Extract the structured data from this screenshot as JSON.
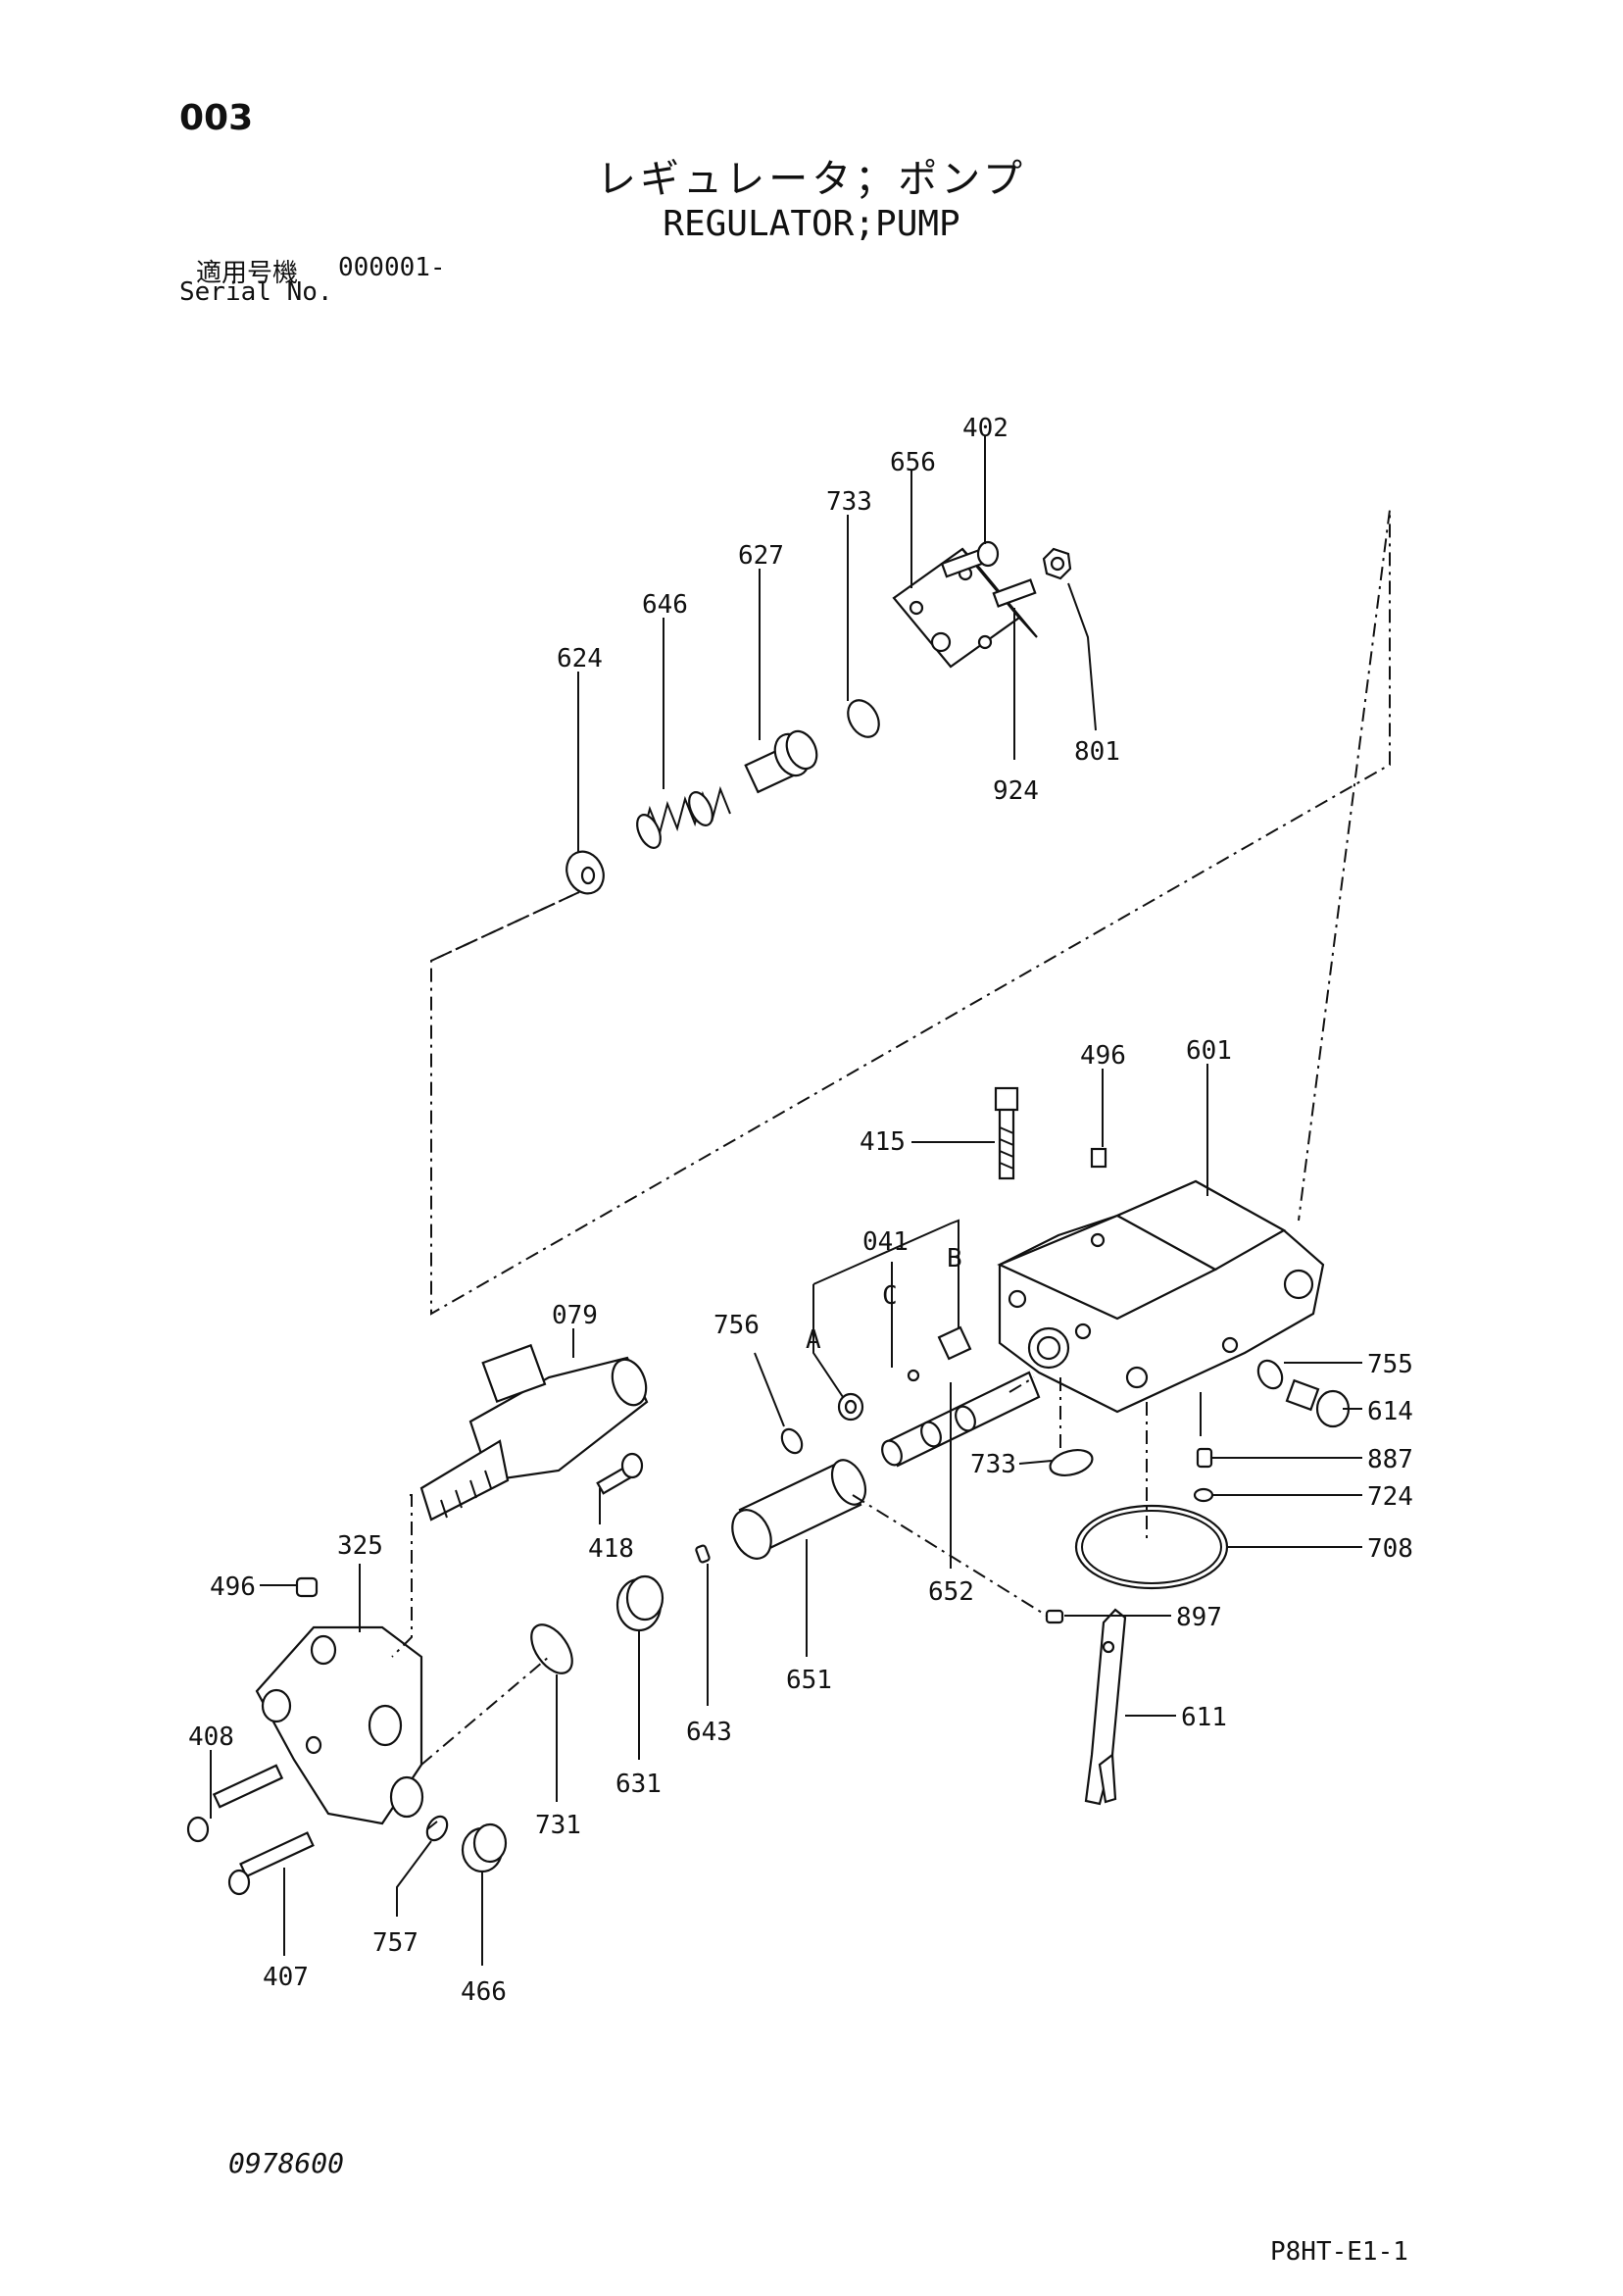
{
  "header": {
    "page_number": "003",
    "title_jp": "レギュレータ；ポンプ",
    "title_en": "REGULATOR;PUMP",
    "serial_label_jp": "適用号機",
    "serial_value": "000001-",
    "serial_label_en": "Serial No."
  },
  "footer": {
    "doc_code": "0978600",
    "sheet_code": "P8HT-E1-1"
  },
  "parts": {
    "p402": "402",
    "p656": "656",
    "p733a": "733",
    "p627": "627",
    "p646": "646",
    "p624": "624",
    "p801": "801",
    "p924": "924",
    "p496a": "496",
    "p601": "601",
    "p415": "415",
    "p041": "041",
    "pB": "B",
    "pC": "C",
    "pA": "A",
    "p756": "756",
    "p079": "079",
    "p755": "755",
    "p614": "614",
    "p733b": "733",
    "p887": "887",
    "p724": "724",
    "p418": "418",
    "p708": "708",
    "p325": "325",
    "p496b": "496",
    "p652": "652",
    "p897": "897",
    "p651": "651",
    "p611": "611",
    "p408": "408",
    "p643": "643",
    "p631": "631",
    "p731": "731",
    "p757": "757",
    "p407": "407",
    "p466": "466"
  }
}
